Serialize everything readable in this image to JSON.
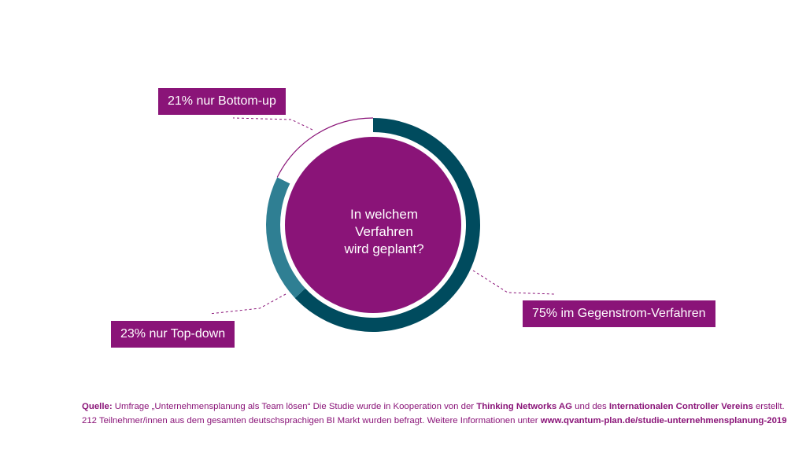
{
  "chart_data": {
    "type": "pie",
    "title": "",
    "center_text": [
      "In welchem",
      "Verfahren",
      "wird geplant?"
    ],
    "categories": [
      "im Gegenstrom-Verfahren",
      "nur Top-down",
      "nur Bottom-up"
    ],
    "values": [
      75,
      23,
      21
    ],
    "unit": "%",
    "labels": [
      "75% im Gegenstrom-Verfahren",
      "23% nur Top-down",
      "21% nur Bottom-up"
    ],
    "colors": [
      "#004b5e",
      "#2f7f93",
      "#8a1478"
    ],
    "inner_color": "#8a1478",
    "legend": "none"
  },
  "footer": {
    "source_label": "Quelle:",
    "source_text_1": " Umfrage „Unternehmensplanung als Team lösen“ Die Studie wurde in Kooperation von der ",
    "org_1": "Thinking Networks AG",
    "source_text_2": " und des ",
    "org_2": "Internationalen Controller Vereins",
    "source_text_3": " erstellt.",
    "line2_text": "212 Teilnehmer/innen aus dem gesamten deutschsprachigen BI Markt wurden befragt. Weitere Informationen unter ",
    "url": "www.qvantum-plan.de/studie-unternehmensplanung-2019"
  }
}
